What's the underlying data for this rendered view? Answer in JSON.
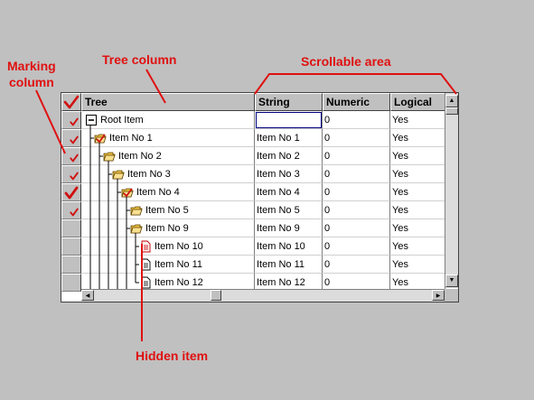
{
  "annotations": {
    "tree_column": "Tree column",
    "scrollable_area": "Scrollable area",
    "marking_column_line1": "Marking",
    "marking_column_line2": "column",
    "hidden_item": "Hidden item"
  },
  "columns": {
    "tree": "Tree",
    "string": "String",
    "numeric": "Numeric",
    "logical": "Logical"
  },
  "rows": [
    {
      "label": "Root Item",
      "string": "",
      "numeric": "0",
      "logical": "Yes",
      "level": 0,
      "icon": "minus-box-icon",
      "marked": true,
      "mark_size": "small"
    },
    {
      "label": "Item No 1",
      "string": "Item No 1",
      "numeric": "0",
      "logical": "Yes",
      "level": 1,
      "icon": "folder-check-icon",
      "marked": true,
      "mark_size": "small"
    },
    {
      "label": "Item No 2",
      "string": "Item No 2",
      "numeric": "0",
      "logical": "Yes",
      "level": 2,
      "icon": "folder-open-icon",
      "marked": true,
      "mark_size": "small"
    },
    {
      "label": "Item No 3",
      "string": "Item No 3",
      "numeric": "0",
      "logical": "Yes",
      "level": 3,
      "icon": "folder-open-icon",
      "marked": true,
      "mark_size": "small"
    },
    {
      "label": "Item No 4",
      "string": "Item No 4",
      "numeric": "0",
      "logical": "Yes",
      "level": 4,
      "icon": "folder-check-icon",
      "marked": true,
      "mark_size": "large"
    },
    {
      "label": "Item No 5",
      "string": "Item No 5",
      "numeric": "0",
      "logical": "Yes",
      "level": 5,
      "icon": "folder-open-icon",
      "marked": true,
      "mark_size": "small"
    },
    {
      "label": "Item No 9",
      "string": "Item No 9",
      "numeric": "0",
      "logical": "Yes",
      "level": 5,
      "icon": "folder-open-icon",
      "marked": false,
      "mark_size": "none"
    },
    {
      "label": "Item No 10",
      "string": "Item No 10",
      "numeric": "0",
      "logical": "Yes",
      "level": 6,
      "icon": "document-red-icon",
      "marked": false,
      "mark_size": "none"
    },
    {
      "label": "Item No 11",
      "string": "Item No 11",
      "numeric": "0",
      "logical": "Yes",
      "level": 6,
      "icon": "document-icon",
      "marked": false,
      "mark_size": "none"
    },
    {
      "label": "Item No 12",
      "string": "Item No 12",
      "numeric": "0",
      "logical": "Yes",
      "level": 6,
      "icon": "document-icon",
      "marked": false,
      "mark_size": "none"
    }
  ],
  "colors": {
    "annotation": "#e01010",
    "checkmark": "#d01010",
    "folder": "#e8c040",
    "grid_bg": "#ffffff",
    "chrome": "#c0c0c0"
  }
}
